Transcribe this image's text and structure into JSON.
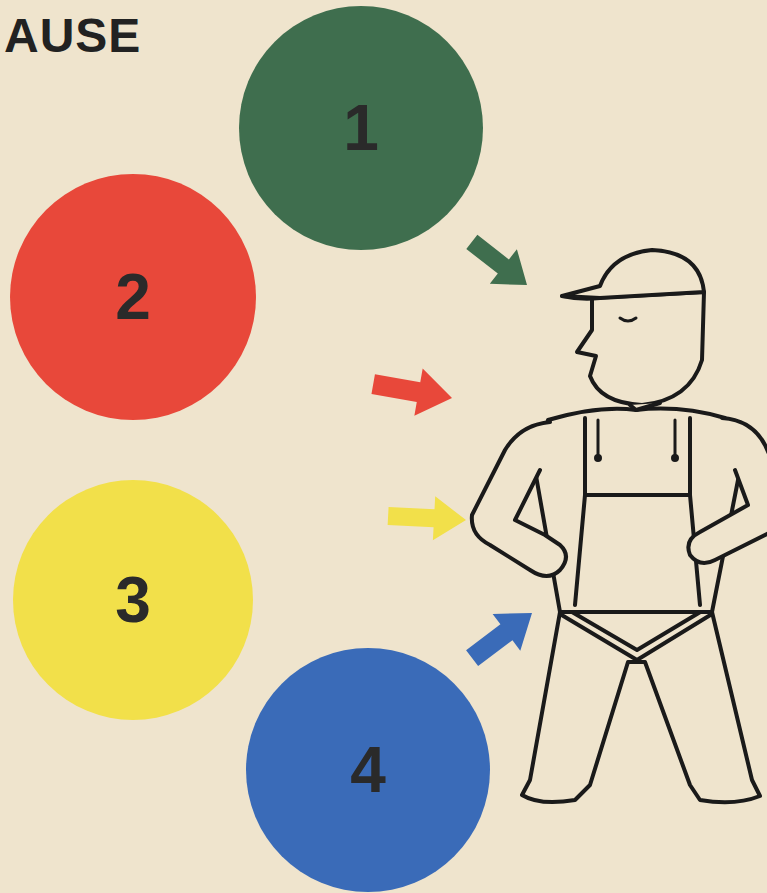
{
  "diagram": {
    "title": "AUSE",
    "nodes": [
      {
        "text": [
          "1"
        ]
      },
      {
        "text": [
          "2"
        ]
      },
      {
        "text": [
          "3"
        ]
      },
      {
        "text": [
          "4"
        ]
      }
    ]
  }
}
